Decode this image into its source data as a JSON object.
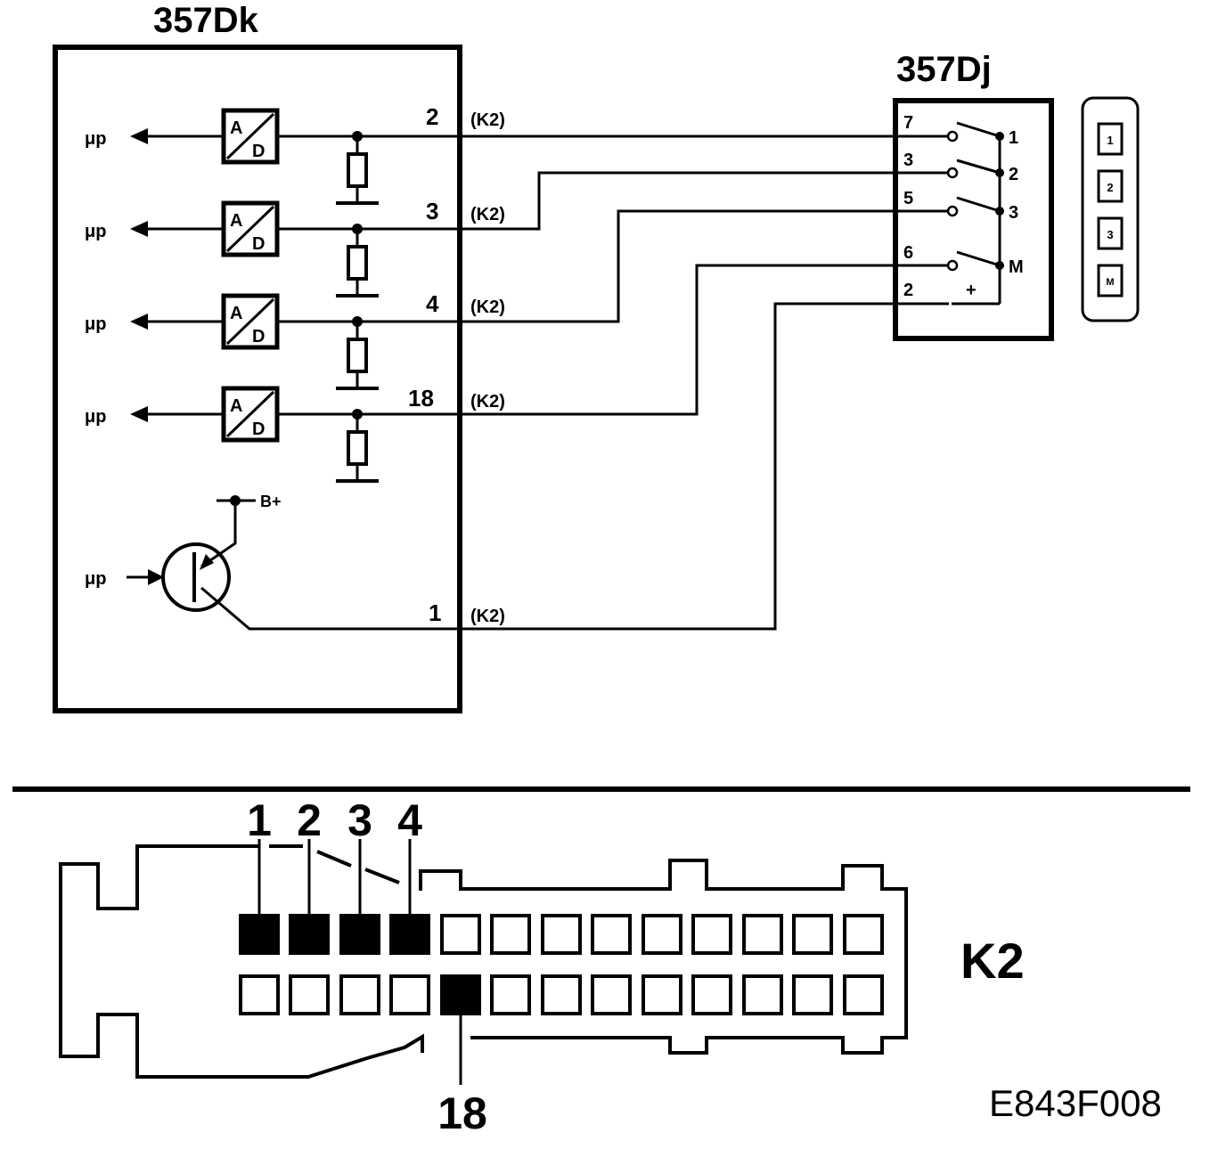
{
  "title_ecu": "357Dk",
  "title_switch": "357Dj",
  "up": "μp",
  "ad_a": "A",
  "ad_d": "D",
  "bplus": "B+",
  "connector_name": "K2",
  "connector_tag": "(K2)",
  "drawing_code": "E843F008",
  "ecu_pins": [
    "2",
    "3",
    "4",
    "18",
    "1"
  ],
  "switch_left_pins": [
    "7",
    "3",
    "5",
    "6",
    "2"
  ],
  "switch_right_labels": [
    "1",
    "2",
    "3",
    "M"
  ],
  "switch_plus": "+",
  "selector_labels": [
    "1",
    "2",
    "3",
    "M"
  ],
  "conn_top_labels": [
    "1",
    "2",
    "3",
    "4"
  ],
  "conn_bottom_label": "18"
}
